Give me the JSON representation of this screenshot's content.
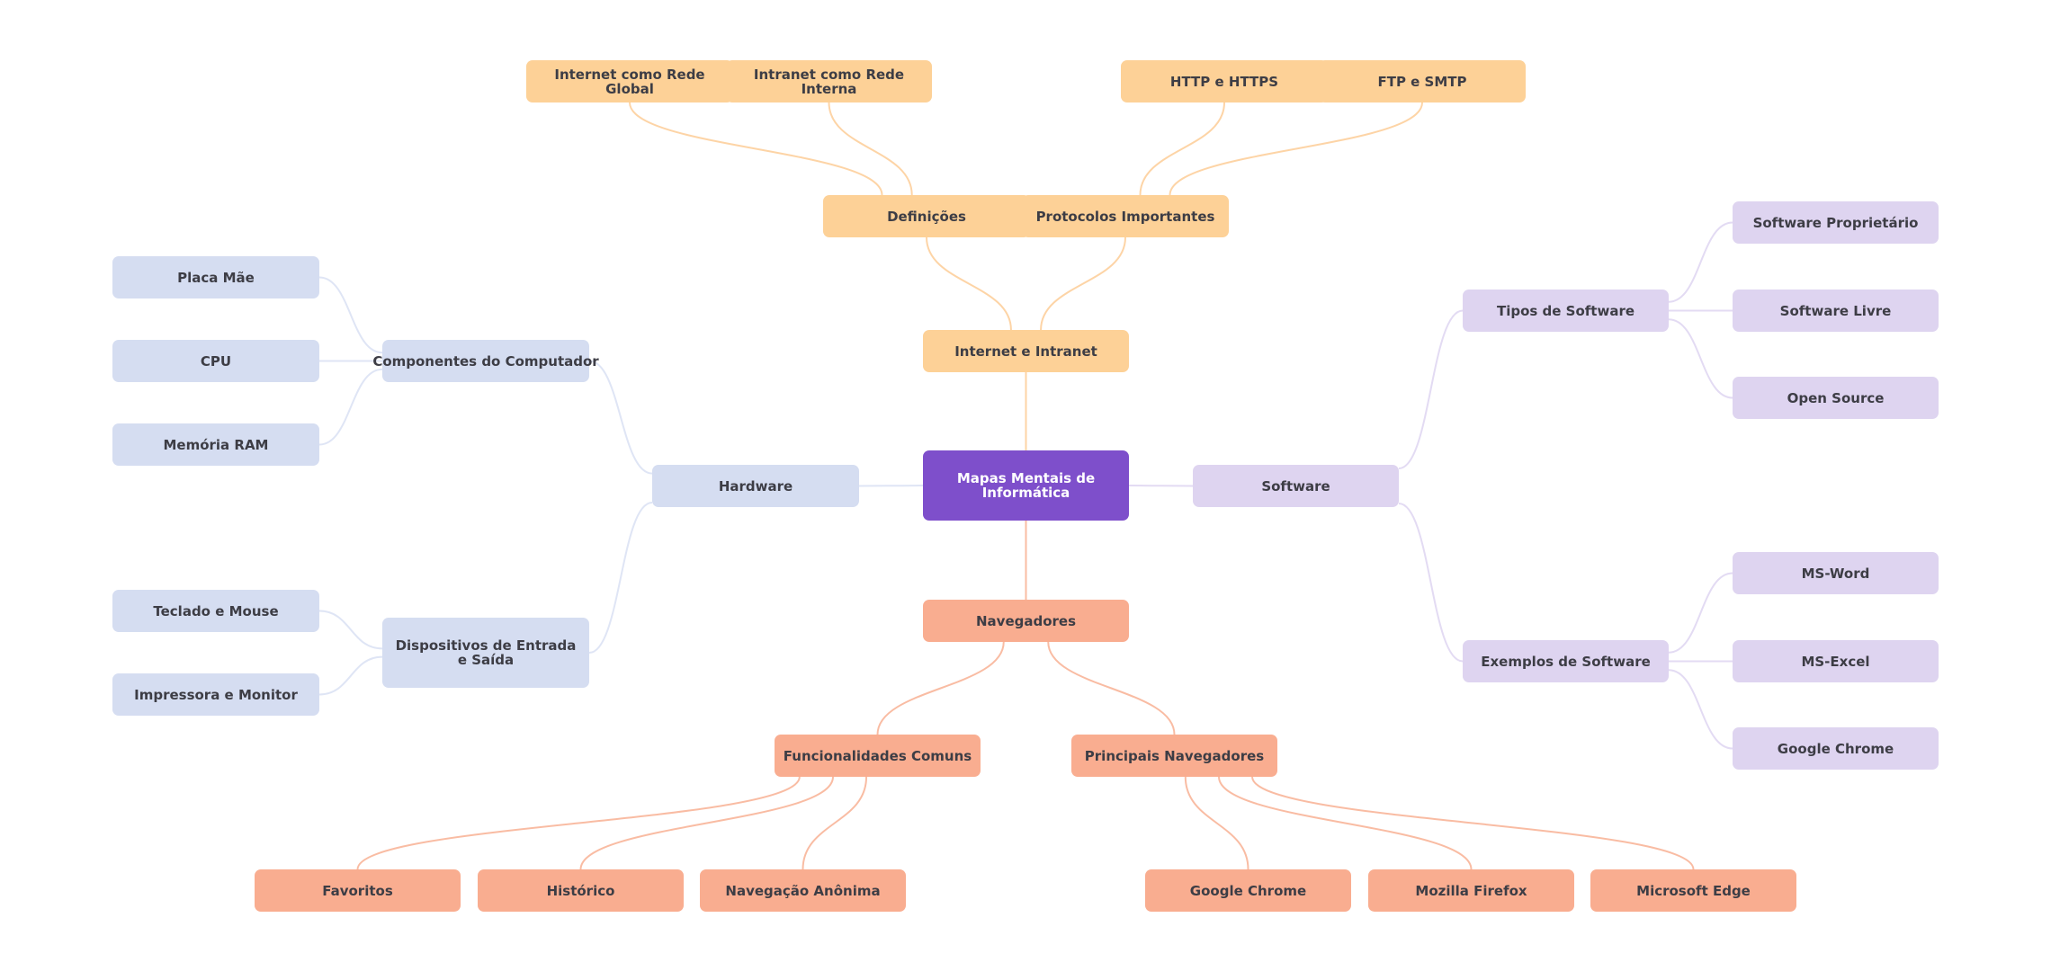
{
  "title": "Mapas Mentais de Informática",
  "colors": {
    "root": "#7e4fcb",
    "internet": "#fdd197",
    "internet_edge": "#fdd4a6",
    "hardware": "#d5ddf1",
    "hardware_edge": "#dfe5f5",
    "software": "#ded4f0",
    "software_edge": "#e3dbf3",
    "navegadores": "#f9ad90",
    "navegadores_edge": "#f9bca3"
  },
  "nodes": {
    "root": "Mapas Mentais de Informática",
    "internet": {
      "label": "Internet e Intranet",
      "definicoes": {
        "label": "Definições",
        "children": [
          "Internet como Rede Global",
          "Intranet como Rede Interna"
        ]
      },
      "protocolos": {
        "label": "Protocolos Importantes",
        "children": [
          "HTTP e HTTPS",
          "FTP e SMTP"
        ]
      }
    },
    "hardware": {
      "label": "Hardware",
      "componentes": {
        "label": "Componentes do Computador",
        "children": [
          "Placa Mãe",
          "CPU",
          "Memória RAM"
        ]
      },
      "dispositivos": {
        "label": "Dispositivos de Entrada e Saída",
        "children": [
          "Teclado e Mouse",
          "Impressora e Monitor"
        ]
      }
    },
    "software": {
      "label": "Software",
      "tipos": {
        "label": "Tipos de Software",
        "children": [
          "Software Proprietário",
          "Software Livre",
          "Open Source"
        ]
      },
      "exemplos": {
        "label": "Exemplos de Software",
        "children": [
          "MS-Word",
          "MS-Excel",
          "Google Chrome"
        ]
      }
    },
    "navegadores": {
      "label": "Navegadores",
      "funcionalidades": {
        "label": "Funcionalidades Comuns",
        "children": [
          "Favoritos",
          "Histórico",
          "Navegação Anônima"
        ]
      },
      "principais": {
        "label": "Principais Navegadores",
        "children": [
          "Google Chrome",
          "Mozilla Firefox",
          "Microsoft Edge"
        ]
      }
    }
  }
}
